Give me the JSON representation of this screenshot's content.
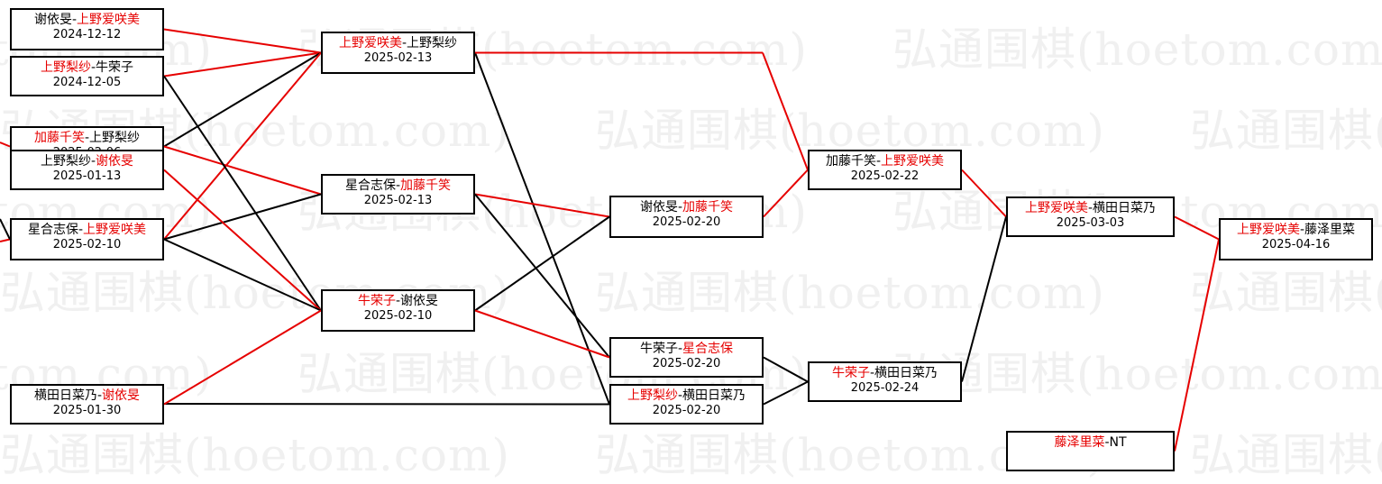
{
  "watermark": "弘通围棋(hoetom.com)",
  "colors": {
    "winner": "#e60000",
    "loser": "#000000",
    "win_line": "#e60000",
    "lose_line": "#000000"
  },
  "bracket": {
    "matches": [
      {
        "id": "r1a",
        "p1": "谢依旻",
        "p2": "上野爱咲美",
        "winner": 2,
        "date": "2024-12-12"
      },
      {
        "id": "r1b",
        "p1": "上野梨纱",
        "p2": "牛荣子",
        "winner": 1,
        "date": "2024-12-05"
      },
      {
        "id": "r1c",
        "p1": "加藤千笑",
        "p2": "上野梨纱",
        "winner": 1,
        "date": "2025-02-06"
      },
      {
        "id": "r1d",
        "p1": "上野梨纱",
        "p2": "谢依旻",
        "winner": 2,
        "date": "2025-01-13"
      },
      {
        "id": "r1e",
        "p1": "星合志保",
        "p2": "上野爱咲美",
        "winner": 2,
        "date": "2025-02-10"
      },
      {
        "id": "r1f",
        "p1": "横田日菜乃",
        "p2": "谢依旻",
        "winner": 2,
        "date": "2025-01-30"
      },
      {
        "id": "r2a",
        "p1": "上野爱咲美",
        "p2": "上野梨纱",
        "winner": 1,
        "date": "2025-02-13"
      },
      {
        "id": "r2b",
        "p1": "星合志保",
        "p2": "加藤千笑",
        "winner": 2,
        "date": "2025-02-13"
      },
      {
        "id": "r2c",
        "p1": "牛荣子",
        "p2": "谢依旻",
        "winner": 1,
        "date": "2025-02-10"
      },
      {
        "id": "r3a",
        "p1": "谢依旻",
        "p2": "加藤千笑",
        "winner": 2,
        "date": "2025-02-20"
      },
      {
        "id": "r3b",
        "p1": "牛荣子",
        "p2": "星合志保",
        "winner": 2,
        "date": "2025-02-20"
      },
      {
        "id": "r3c",
        "p1": "上野梨纱",
        "p2": "横田日菜乃",
        "winner": 1,
        "date": "2025-02-20"
      },
      {
        "id": "r4a",
        "p1": "加藤千笑",
        "p2": "上野爱咲美",
        "winner": 2,
        "date": "2025-02-22"
      },
      {
        "id": "r4b",
        "p1": "牛荣子",
        "p2": "横田日菜乃",
        "winner": 1,
        "date": "2025-02-24"
      },
      {
        "id": "r5a",
        "p1": "上野爱咲美",
        "p2": "横田日菜乃",
        "winner": 1,
        "date": "2025-03-03"
      },
      {
        "id": "r5b",
        "p1": "藤泽里菜",
        "p2": "NT",
        "winner": 1,
        "date": ""
      },
      {
        "id": "r6a",
        "p1": "上野爱咲美",
        "p2": "藤泽里菜",
        "winner": 1,
        "date": "2025-04-16"
      }
    ]
  }
}
